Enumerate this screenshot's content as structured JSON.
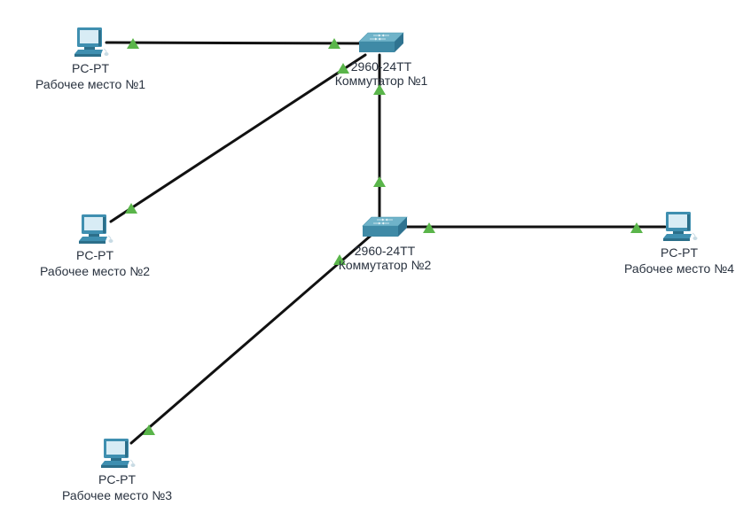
{
  "diagram": {
    "type": "network-topology",
    "colors": {
      "link": "#111111",
      "link_status_up": "#5ab54a",
      "label_text": "#2a3340",
      "pc_body": "#3f8fb0",
      "pc_screen": "#d8ecf5",
      "switch_top": "#6fb3c9",
      "switch_side": "#3f8aa6"
    },
    "devices": [
      {
        "id": "pc1",
        "kind": "pc",
        "icon": "pc-icon",
        "model": "PC-PT",
        "name": "Рабочее место №1"
      },
      {
        "id": "pc2",
        "kind": "pc",
        "icon": "pc-icon",
        "model": "PC-PT",
        "name": "Рабочее место №2"
      },
      {
        "id": "pc3",
        "kind": "pc",
        "icon": "pc-icon",
        "model": "PC-PT",
        "name": "Рабочее место №3"
      },
      {
        "id": "pc4",
        "kind": "pc",
        "icon": "pc-icon",
        "model": "PC-PT",
        "name": "Рабочее место №4"
      },
      {
        "id": "sw1",
        "kind": "switch",
        "icon": "switch-icon",
        "model": "2960-24TT",
        "name": "Коммутатор №1"
      },
      {
        "id": "sw2",
        "kind": "switch",
        "icon": "switch-icon",
        "model": "2960-24TT",
        "name": "Коммутатор №2"
      }
    ],
    "links": [
      {
        "from": "pc1",
        "to": "sw1",
        "status": "up"
      },
      {
        "from": "pc2",
        "to": "sw1",
        "status": "up"
      },
      {
        "from": "sw1",
        "to": "sw2",
        "status": "up"
      },
      {
        "from": "sw2",
        "to": "pc4",
        "status": "up"
      },
      {
        "from": "sw2",
        "to": "pc3",
        "status": "up"
      }
    ]
  }
}
